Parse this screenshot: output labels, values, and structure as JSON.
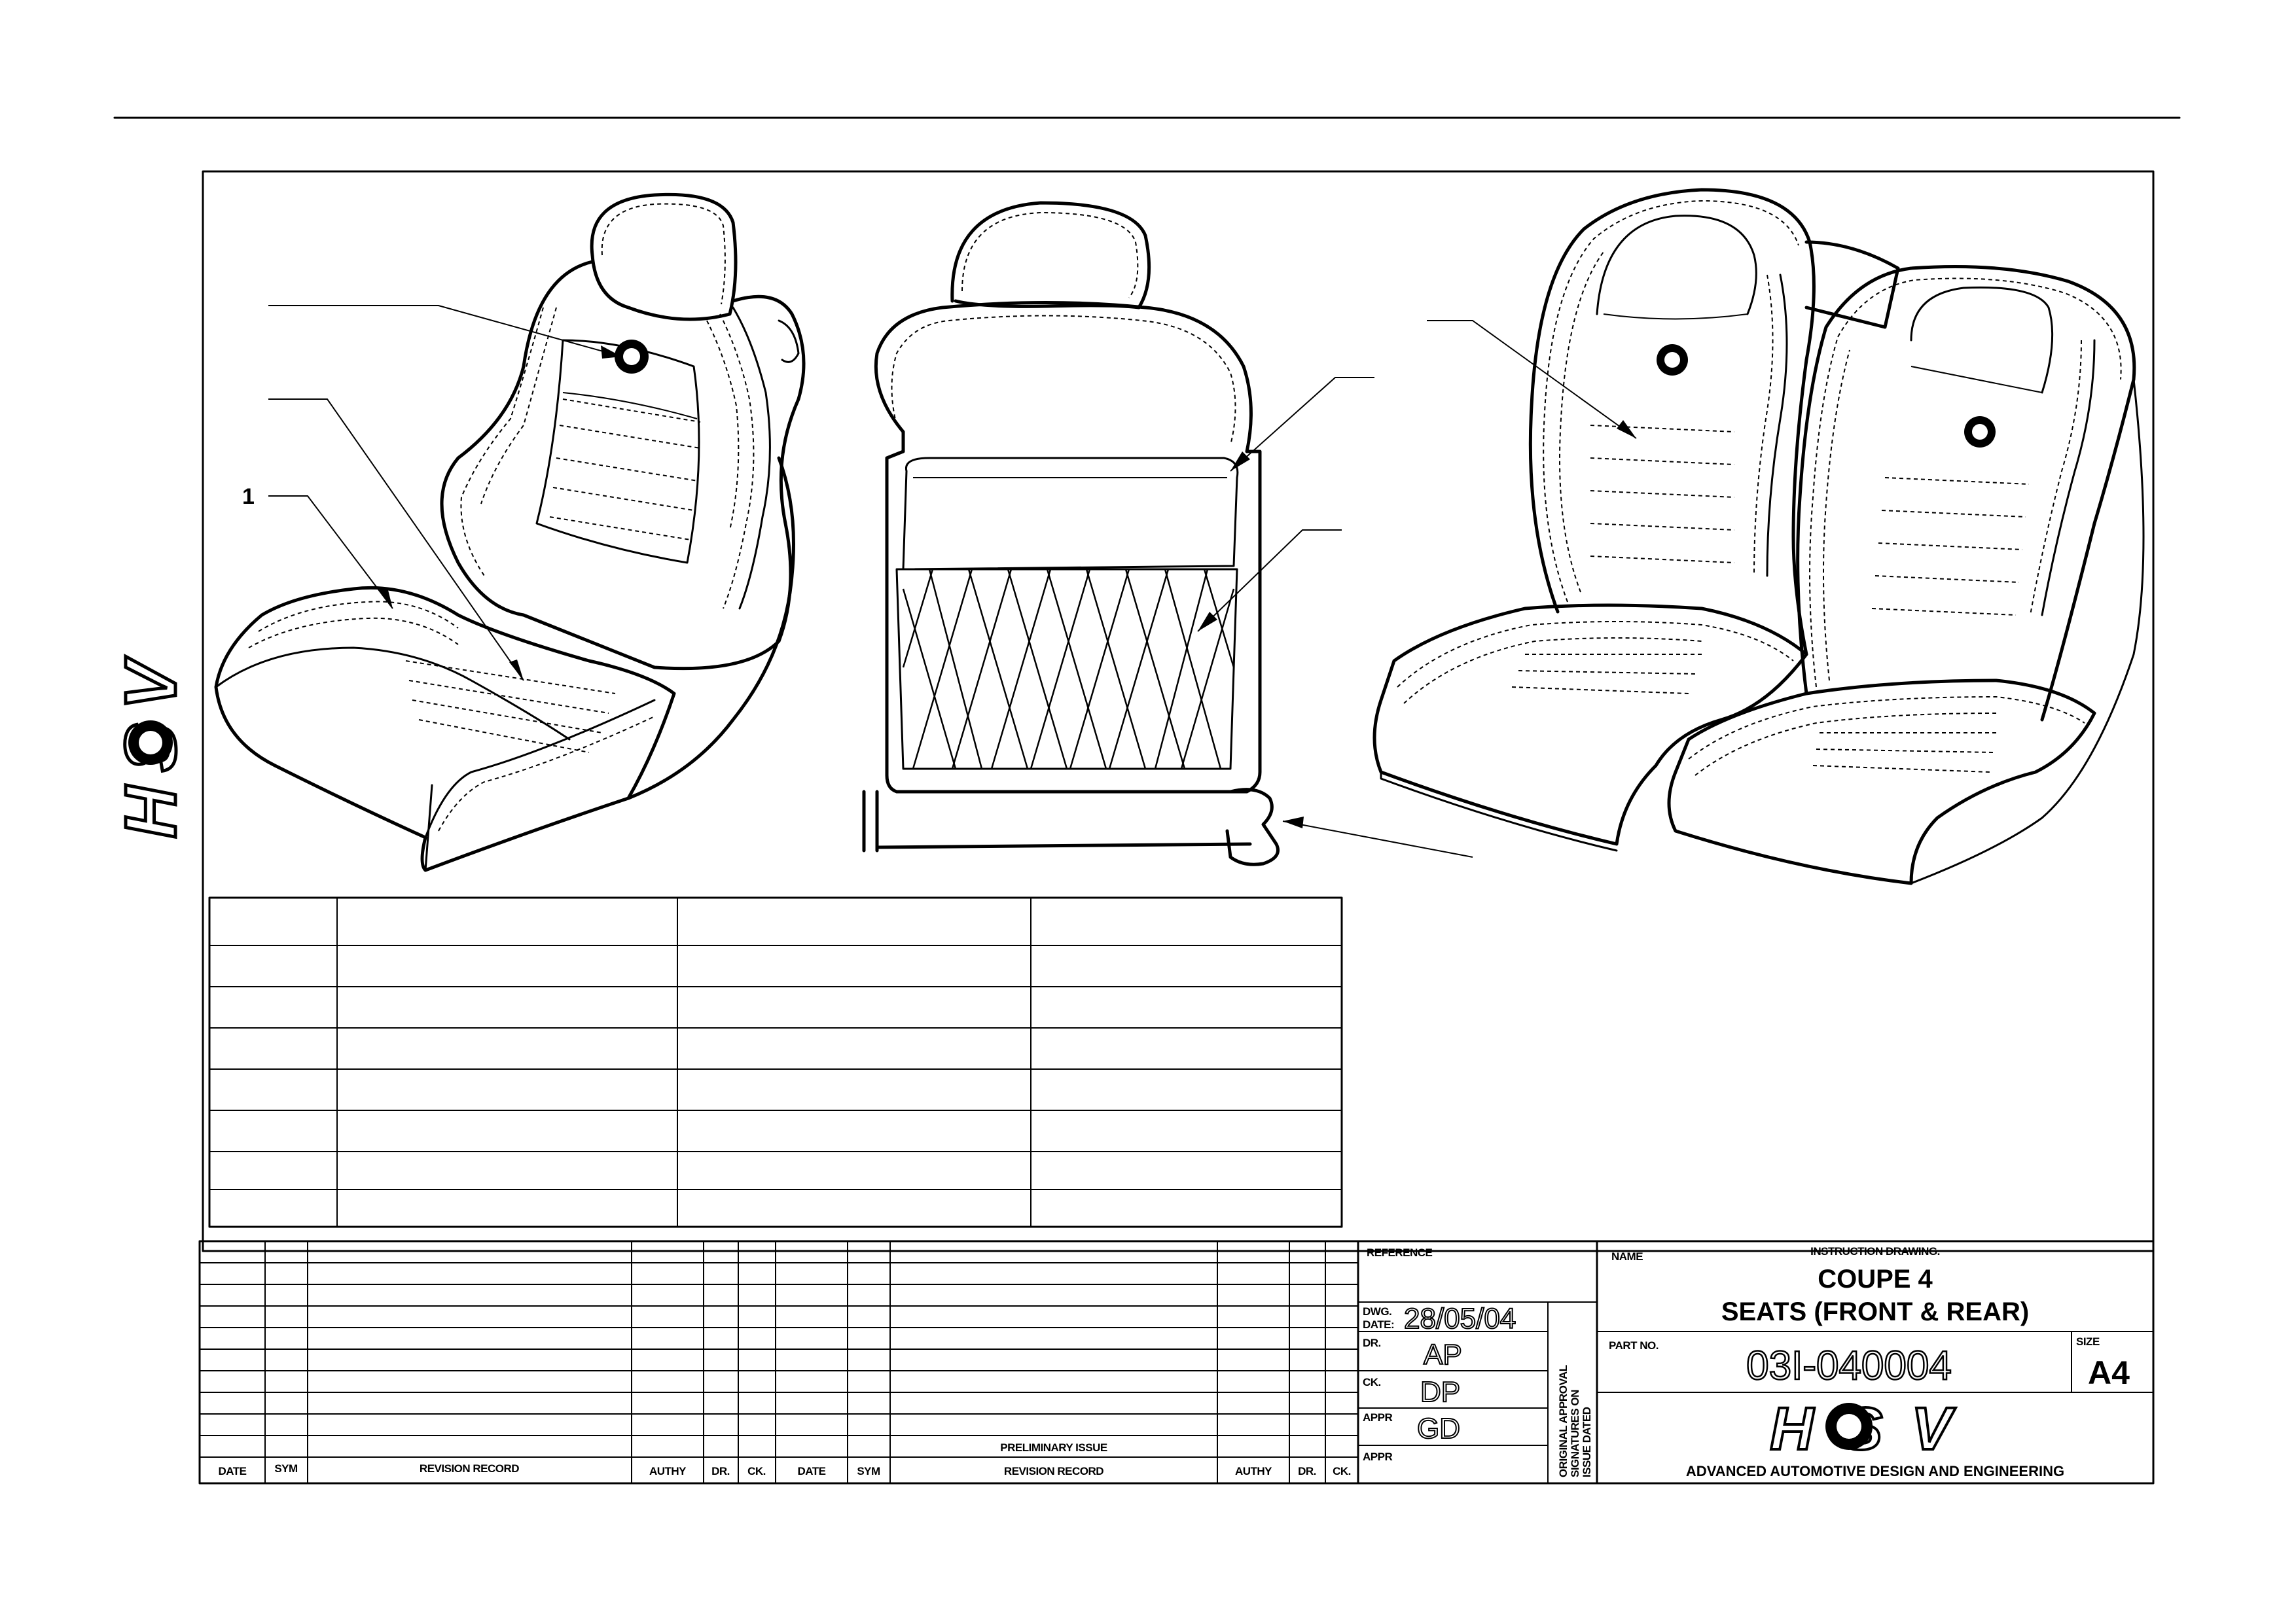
{
  "callouts": {
    "item_1": "1"
  },
  "parts_table": {
    "rows": 8,
    "columns": 4
  },
  "title_block": {
    "reference_label": "REFERENCE",
    "name_label": "NAME",
    "instruction": "INSTRUCTION DRAWING.",
    "title_line1": "COUPE 4",
    "title_line2": "SEATS (FRONT & REAR)",
    "dwg_date_label_1": "DWG.",
    "dwg_date_label_2": "DATE:",
    "dwg_date": "28/05/04",
    "dr_label": "DR.",
    "dr_value": "AP",
    "ck_label": "CK.",
    "ck_value": "DP",
    "appr_label": "APPR",
    "appr_value": "GD",
    "appr_label_2": "APPR",
    "approval_note_1": "ORIGINAL APPROVAL",
    "approval_note_2": "SIGNATURES ON",
    "approval_note_3": "ISSUE DATED",
    "part_no_label": "PART NO.",
    "part_no": "03I-040004",
    "size_label": "SIZE",
    "size": "A4",
    "brand": "HSV",
    "company": "ADVANCED AUTOMOTIVE DESIGN AND ENGINEERING"
  },
  "revision_block": {
    "date_header": "DATE",
    "sym_header": "SYM",
    "revision_record_header": "REVISION RECORD",
    "authy_header": "AUTHY",
    "dr_header": "DR.",
    "ck_header": "CK.",
    "date_header_2": "DATE",
    "sym_header_2": "SYM",
    "revision_record_header_2": "REVISION RECORD",
    "authy_header_2": "AUTHY",
    "dr_header_2": "DR.",
    "ck_header_2": "CK.",
    "preliminary": "PRELIMINARY ISSUE"
  },
  "side_logo": "HSV",
  "icons": [
    "hsv-logo-icon",
    "lion-emblem-icon"
  ]
}
